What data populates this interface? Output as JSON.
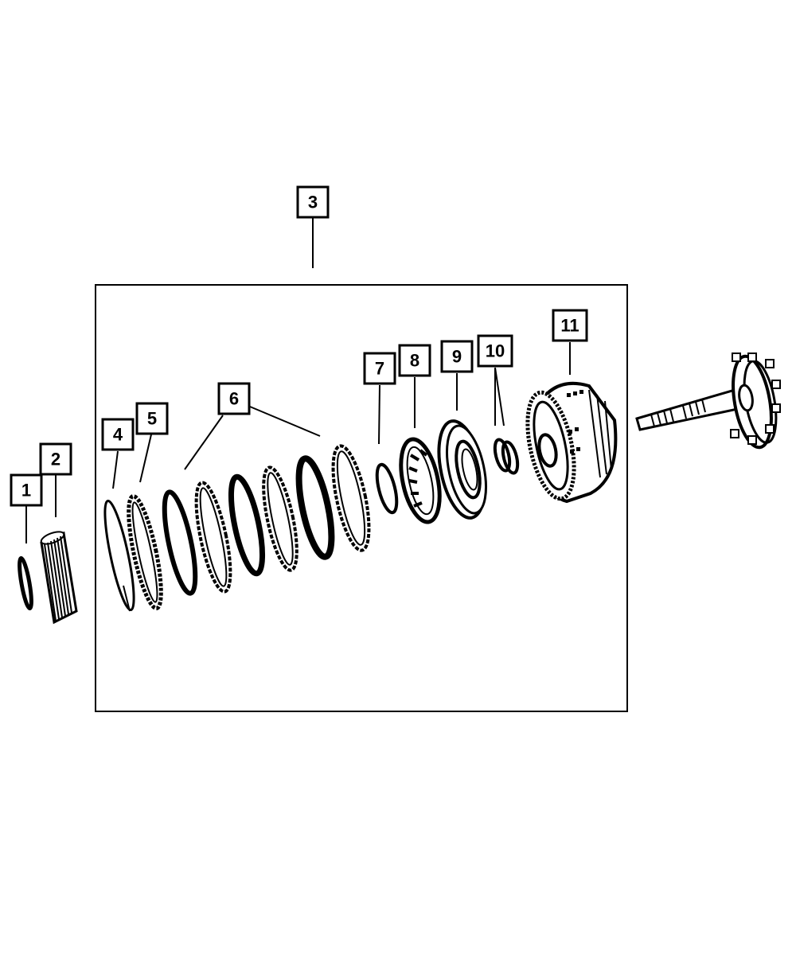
{
  "callouts": [
    {
      "label": "1"
    },
    {
      "label": "2"
    },
    {
      "label": "3"
    },
    {
      "label": "4"
    },
    {
      "label": "5"
    },
    {
      "label": "6"
    },
    {
      "label": "7"
    },
    {
      "label": "8"
    },
    {
      "label": "9"
    },
    {
      "label": "10"
    },
    {
      "label": "11"
    }
  ],
  "colors": {
    "line": "#000000",
    "background": "#ffffff"
  }
}
